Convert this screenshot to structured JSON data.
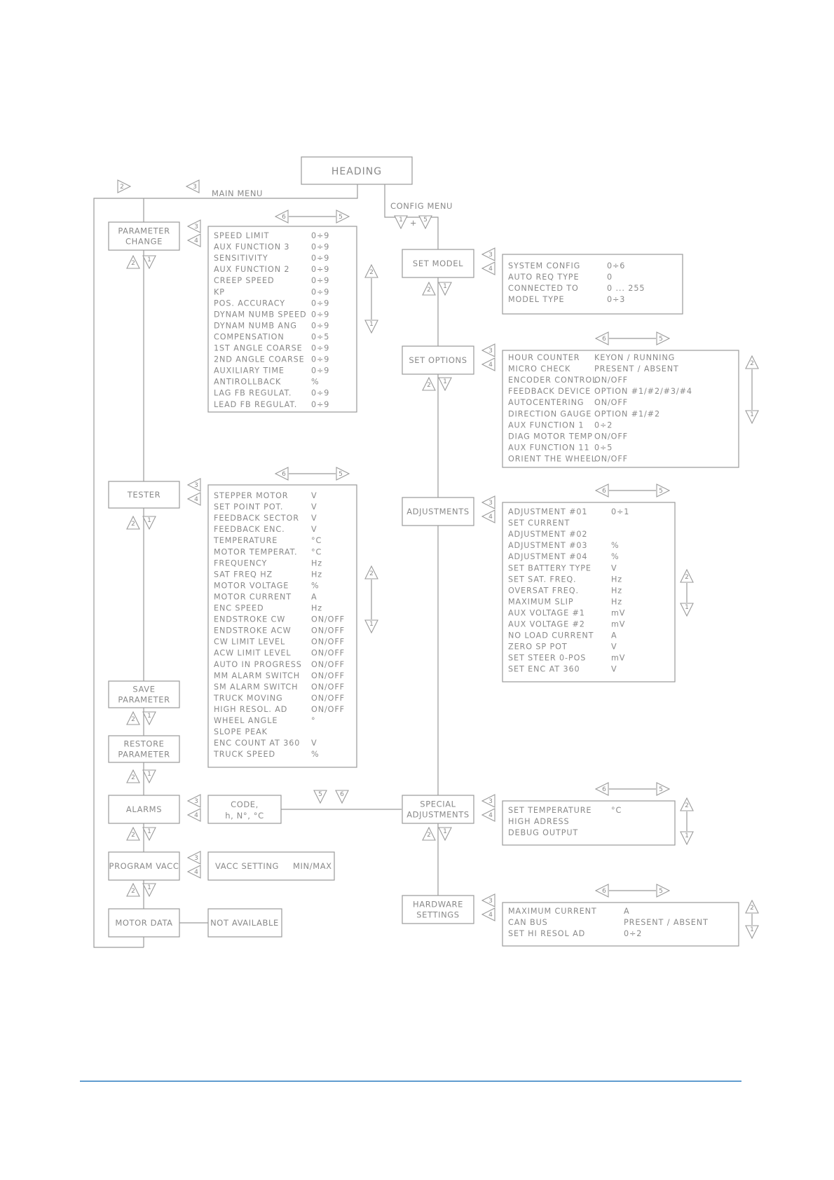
{
  "heading": "HEADING",
  "main_menu_label": "MAIN MENU",
  "config_menu_label": "CONFIG MENU",
  "main_menu": [
    {
      "id": "parameter-change",
      "lines": [
        "PARAMETER",
        "CHANGE"
      ]
    },
    {
      "id": "tester",
      "lines": [
        "TESTER"
      ]
    },
    {
      "id": "save-parameter",
      "lines": [
        "SAVE",
        "PARAMETER"
      ]
    },
    {
      "id": "restore-parameter",
      "lines": [
        "RESTORE",
        "PARAMETER"
      ]
    },
    {
      "id": "alarms",
      "lines": [
        "ALARMS"
      ]
    },
    {
      "id": "program-vacc",
      "lines": [
        "PROGRAM VACC"
      ]
    },
    {
      "id": "motor-data",
      "lines": [
        "MOTOR DATA"
      ]
    }
  ],
  "config_menu": [
    {
      "id": "set-model",
      "lines": [
        "SET MODEL"
      ]
    },
    {
      "id": "set-options",
      "lines": [
        "SET OPTIONS"
      ]
    },
    {
      "id": "adjustments",
      "lines": [
        "ADJUSTMENTS"
      ]
    },
    {
      "id": "special-adjustments",
      "lines": [
        "SPECIAL",
        "ADJUSTMENTS"
      ]
    },
    {
      "id": "hardware-settings",
      "lines": [
        "HARDWARE",
        "SETTINGS"
      ]
    }
  ],
  "lists": {
    "parameter_change": [
      [
        "SPEED LIMIT",
        "0÷9"
      ],
      [
        "AUX FUNCTION 3",
        "0÷9"
      ],
      [
        "SENSITIVITY",
        "0÷9"
      ],
      [
        "AUX FUNCTION 2",
        "0÷9"
      ],
      [
        "CREEP SPEED",
        "0÷9"
      ],
      [
        "KP",
        "0÷9"
      ],
      [
        "POS. ACCURACY",
        "0÷9"
      ],
      [
        "DYNAM NUMB SPEED",
        "0÷9"
      ],
      [
        "DYNAM NUMB ANG",
        "0÷9"
      ],
      [
        "COMPENSATION",
        "0÷5"
      ],
      [
        "1ST ANGLE COARSE",
        "0÷9"
      ],
      [
        "2ND ANGLE COARSE",
        "0÷9"
      ],
      [
        "AUXILIARY TIME",
        "0÷9"
      ],
      [
        "ANTIROLLBACK",
        "%"
      ],
      [
        "LAG FB REGULAT.",
        "0÷9"
      ],
      [
        "LEAD FB REGULAT.",
        "0÷9"
      ]
    ],
    "tester": [
      [
        "STEPPER MOTOR",
        "V"
      ],
      [
        "SET POINT POT.",
        "V"
      ],
      [
        "FEEDBACK SECTOR",
        "V"
      ],
      [
        "FEEDBACK ENC.",
        "V"
      ],
      [
        "TEMPERATURE",
        "°C"
      ],
      [
        "MOTOR TEMPERAT.",
        "°C"
      ],
      [
        "FREQUENCY",
        "Hz"
      ],
      [
        "SAT FREQ HZ",
        "Hz"
      ],
      [
        "MOTOR VOLTAGE",
        "%"
      ],
      [
        "MOTOR CURRENT",
        "A"
      ],
      [
        "ENC SPEED",
        "Hz"
      ],
      [
        "ENDSTROKE CW",
        "ON/OFF"
      ],
      [
        "ENDSTROKE ACW",
        "ON/OFF"
      ],
      [
        "CW LIMIT LEVEL",
        "ON/OFF"
      ],
      [
        "ACW LIMIT LEVEL",
        "ON/OFF"
      ],
      [
        "AUTO IN PROGRESS",
        "ON/OFF"
      ],
      [
        "MM ALARM SWITCH",
        "ON/OFF"
      ],
      [
        "SM ALARM SWITCH",
        "ON/OFF"
      ],
      [
        "TRUCK MOVING",
        "ON/OFF"
      ],
      [
        "HIGH RESOL. AD",
        "ON/OFF"
      ],
      [
        "WHEEL ANGLE",
        "°"
      ],
      [
        "SLOPE PEAK",
        ""
      ],
      [
        "ENC COUNT AT 360",
        "V"
      ],
      [
        "TRUCK SPEED",
        "%"
      ]
    ],
    "set_model": [
      [
        "SYSTEM CONFIG",
        "0÷6"
      ],
      [
        "AUTO REQ TYPE",
        "0"
      ],
      [
        "CONNECTED TO",
        "0 ... 255"
      ],
      [
        "MODEL TYPE",
        "0÷3"
      ]
    ],
    "set_options": [
      [
        "HOUR COUNTER",
        "KEYON / RUNNING"
      ],
      [
        "MICRO CHECK",
        "PRESENT / ABSENT"
      ],
      [
        "ENCODER CONTROL",
        "ON/OFF"
      ],
      [
        "FEEDBACK DEVICE",
        "OPTION #1/#2/#3/#4"
      ],
      [
        "AUTOCENTERING",
        "ON/OFF"
      ],
      [
        "DIRECTION GAUGE",
        "OPTION #1/#2"
      ],
      [
        "AUX FUNCTION 1",
        "0÷2"
      ],
      [
        "DIAG MOTOR TEMP",
        "ON/OFF"
      ],
      [
        "AUX FUNCTION 11",
        "0÷5"
      ],
      [
        "ORIENT THE WHEEL",
        "ON/OFF"
      ]
    ],
    "adjustments": [
      [
        "ADJUSTMENT #01",
        "0÷1"
      ],
      [
        "SET CURRENT",
        ""
      ],
      [
        "ADJUSTMENT #02",
        ""
      ],
      [
        "ADJUSTMENT #03",
        "%"
      ],
      [
        "ADJUSTMENT #04",
        "%"
      ],
      [
        "SET BATTERY TYPE",
        "V"
      ],
      [
        "SET SAT. FREQ.",
        "Hz"
      ],
      [
        "OVERSAT FREQ.",
        "Hz"
      ],
      [
        "MAXIMUM SLIP",
        "Hz"
      ],
      [
        "AUX VOLTAGE #1",
        "mV"
      ],
      [
        "AUX VOLTAGE #2",
        "mV"
      ],
      [
        "NO LOAD CURRENT",
        "A"
      ],
      [
        "ZERO SP POT",
        "V"
      ],
      [
        "SET STEER 0-POS",
        "mV"
      ],
      [
        "SET ENC AT 360",
        "V"
      ]
    ],
    "special_adjustments": [
      [
        "SET TEMPERATURE",
        "°C"
      ],
      [
        "HIGH ADRESS",
        ""
      ],
      [
        "DEBUG OUTPUT",
        ""
      ]
    ],
    "hardware_settings": [
      [
        "MAXIMUM CURRENT",
        "A"
      ],
      [
        "CAN BUS",
        "PRESENT / ABSENT"
      ],
      [
        "SET HI RESOL AD",
        "0÷2"
      ]
    ]
  },
  "alarms_code": [
    "CODE,",
    "h, N°, °C"
  ],
  "vacc_setting": {
    "label": "VACC SETTING",
    "value": "MIN/MAX"
  },
  "motor_data_value": "NOT AVAILABLE",
  "key_numbers": [
    "1",
    "2",
    "3",
    "4",
    "5",
    "6"
  ],
  "accent_color": "#2b7bbf",
  "line_color": "#9a9a9a"
}
